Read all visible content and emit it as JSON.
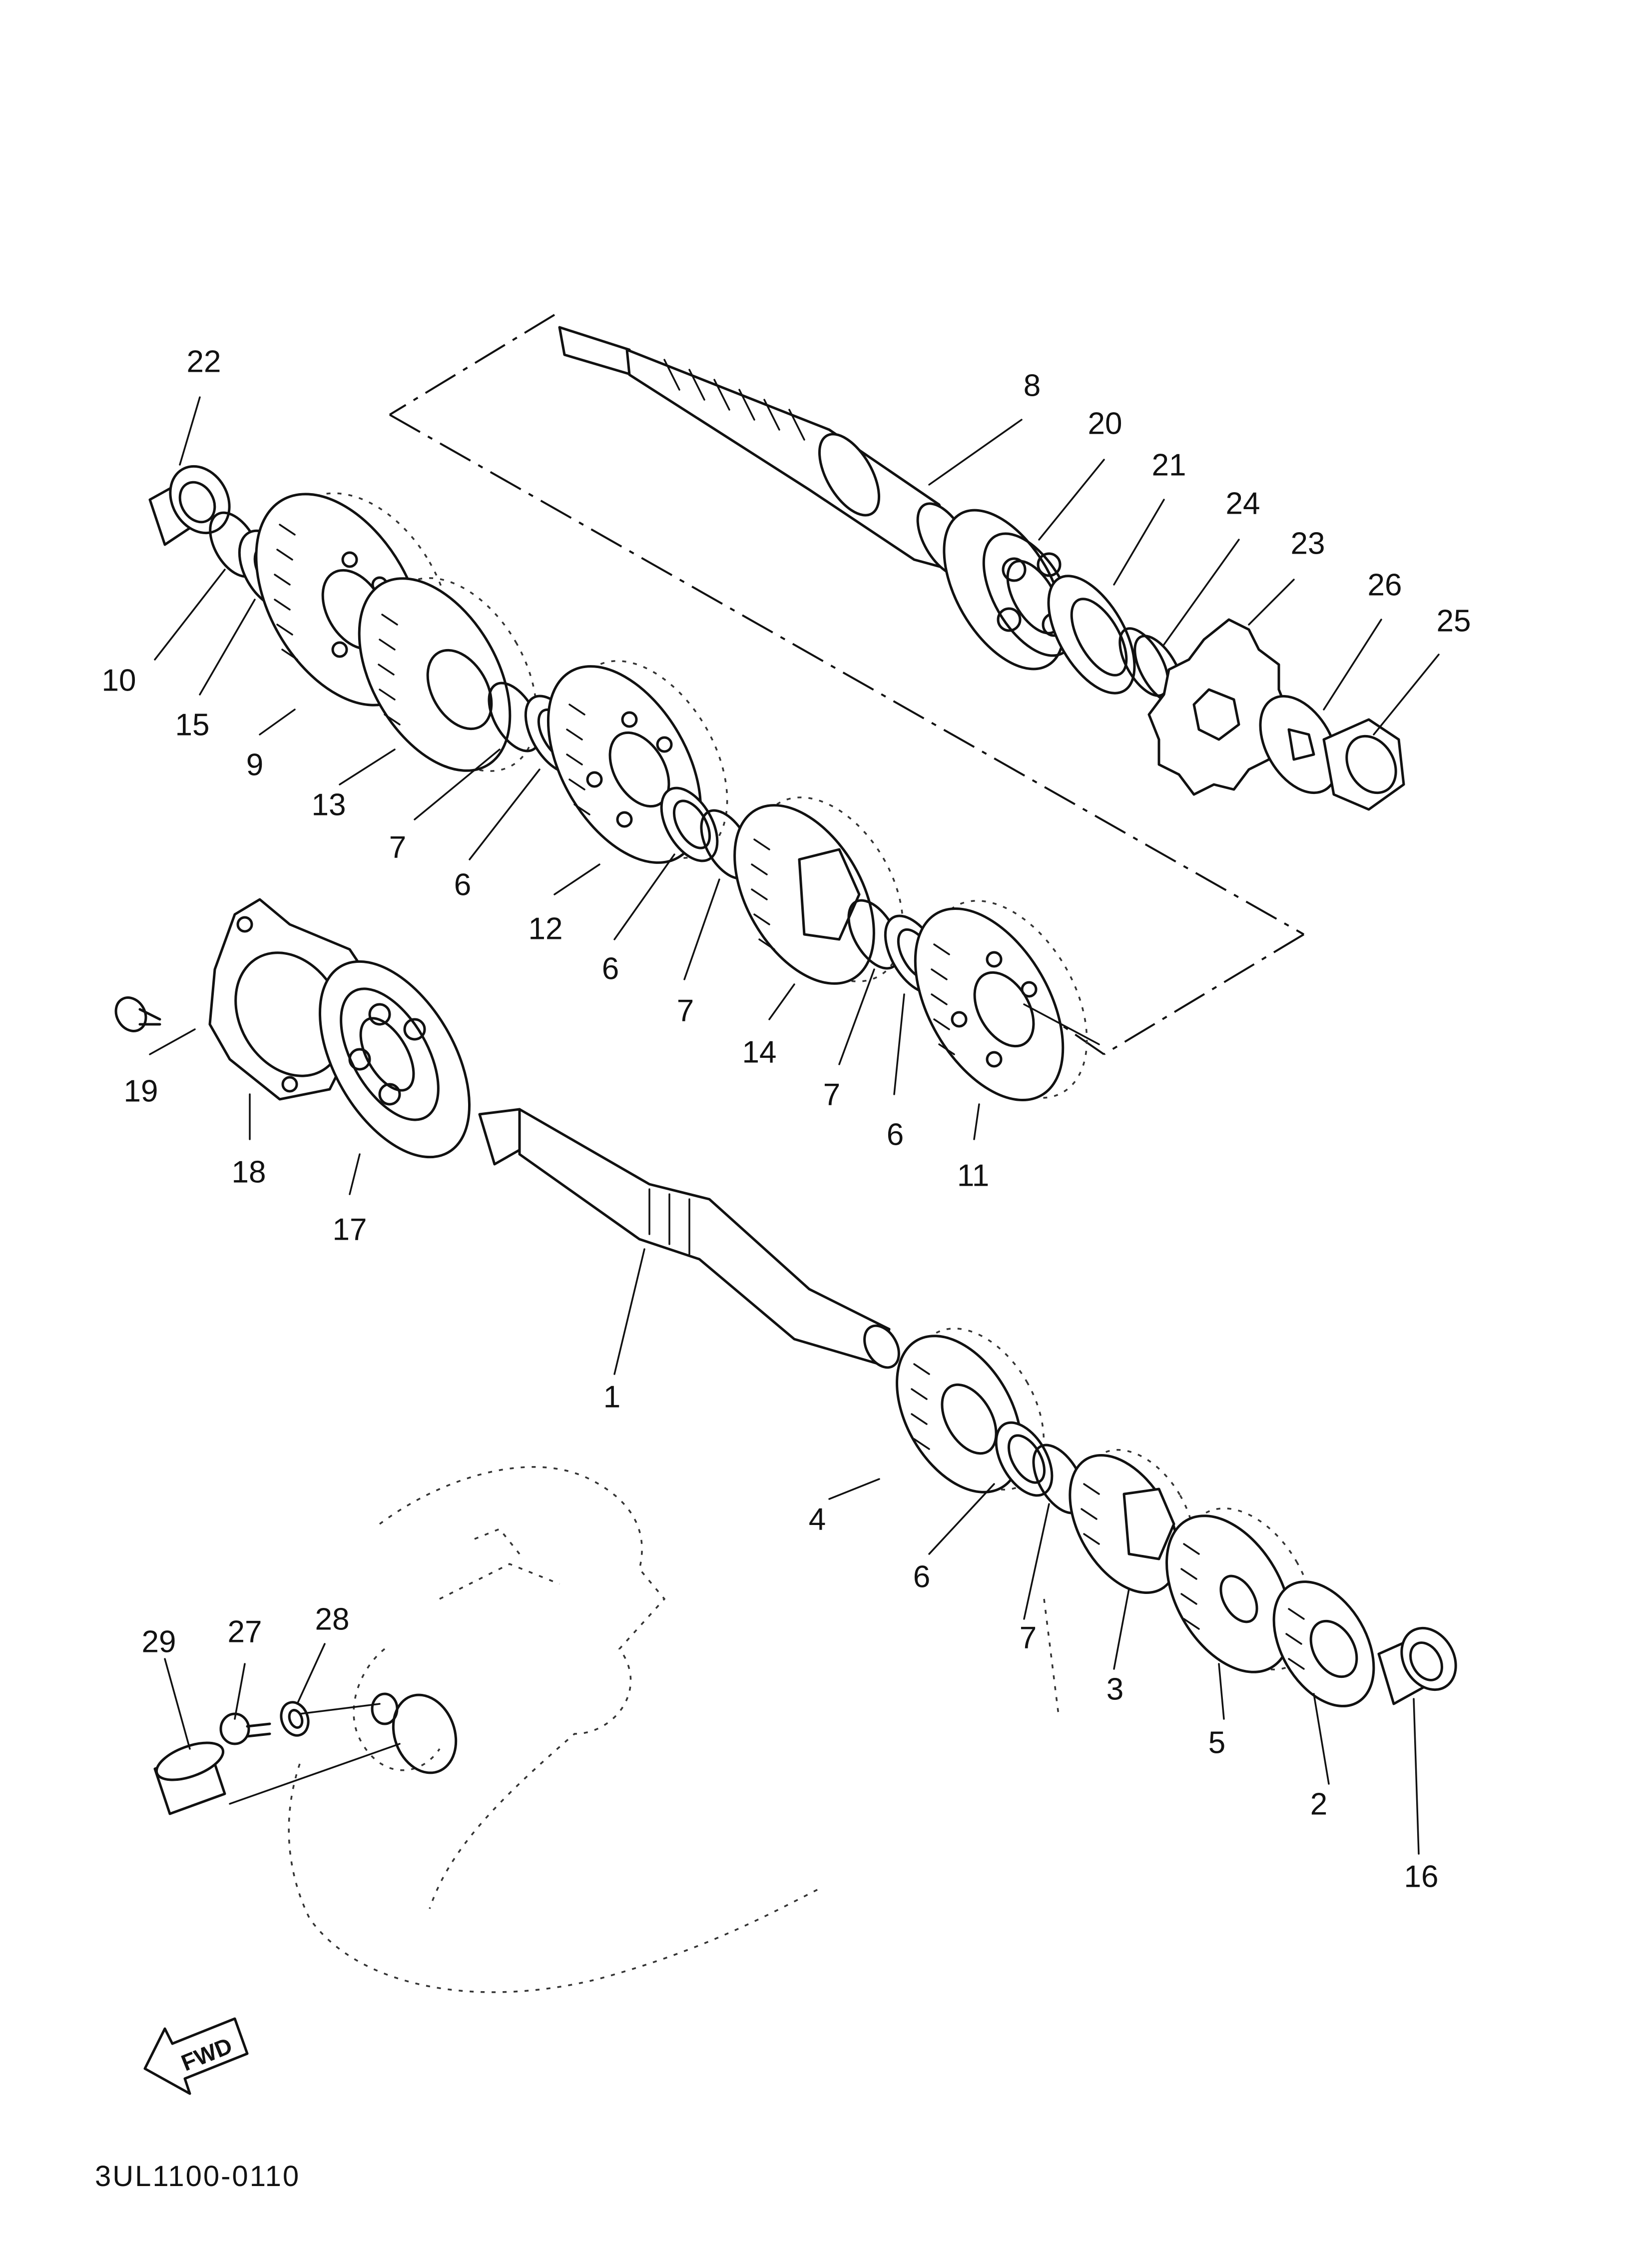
{
  "diagram_code": "3UL1100-0110",
  "fwd_label": "FWD",
  "labels": {
    "p1": "1",
    "p2": "2",
    "p3": "3",
    "p4": "4",
    "p5": "5",
    "p6a": "6",
    "p6b": "6",
    "p6c": "6",
    "p6d": "6",
    "p7a": "7",
    "p7b": "7",
    "p7c": "7",
    "p7d": "7",
    "p8": "8",
    "p9": "9",
    "p10": "10",
    "p11": "11",
    "p12": "12",
    "p13": "13",
    "p14": "14",
    "p15": "15",
    "p16": "16",
    "p17": "17",
    "p18": "18",
    "p19": "19",
    "p20": "20",
    "p21": "21",
    "p22": "22",
    "p23": "23",
    "p24": "24",
    "p25": "25",
    "p26": "26",
    "p27": "27",
    "p28": "28",
    "p29": "29"
  }
}
